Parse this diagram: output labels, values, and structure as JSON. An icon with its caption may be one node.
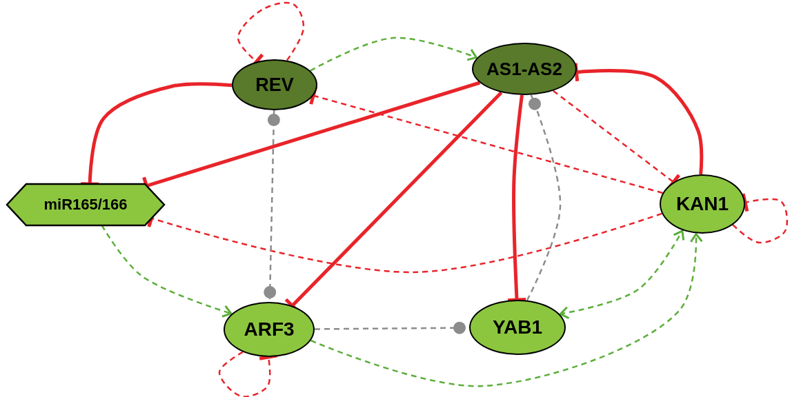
{
  "diagram": {
    "nodes": [
      {
        "text": [
          "REV"
        ]
      },
      {
        "text": [
          "AS1-AS2"
        ]
      },
      {
        "text": [
          "miR165/166"
        ]
      },
      {
        "text": [
          "KAN1"
        ]
      },
      {
        "text": [
          "ARF3"
        ]
      },
      {
        "text": [
          "YAB1"
        ]
      }
    ],
    "edges": [
      {
        "from": 0,
        "to": 0,
        "arrow": "other",
        "style": "dashed"
      },
      {
        "from": 0,
        "to": 1,
        "arrow": "to",
        "style": "dashed",
        "color": "#5bae3a"
      },
      {
        "from": 0,
        "to": 2,
        "arrow": "other",
        "style": "thick"
      },
      {
        "from": 1,
        "to": 2,
        "arrow": "other",
        "style": "thick"
      },
      {
        "from": 1,
        "to": 4,
        "arrow": "other",
        "style": "thick"
      },
      {
        "from": 1,
        "to": 5,
        "arrow": "other",
        "style": "thick"
      },
      {
        "from": 3,
        "to": 1,
        "arrow": "other",
        "style": "thick"
      },
      {
        "from": 1,
        "to": 3,
        "arrow": "other",
        "style": "dashed"
      },
      {
        "from": 3,
        "to": 0,
        "arrow": "other",
        "style": "dashed"
      },
      {
        "from": 3,
        "to": 2,
        "arrow": "other",
        "style": "dashed"
      },
      {
        "from": 3,
        "to": 3,
        "arrow": "other",
        "style": "dashed"
      },
      {
        "from": 2,
        "to": 4,
        "arrow": "to",
        "style": "dashed",
        "color": "#5bae3a"
      },
      {
        "from": 0,
        "to": 4,
        "arrow": "other",
        "style": "dashed",
        "color": "#8c8c8c"
      },
      {
        "from": 5,
        "to": 1,
        "arrow": "other",
        "style": "dashed",
        "color": "#8c8c8c"
      },
      {
        "from": 4,
        "to": 5,
        "arrow": "other",
        "style": "dashed",
        "color": "#8c8c8c"
      },
      {
        "from": 5,
        "to": 3,
        "arrow": "both",
        "style": "dashed",
        "color": "#5bae3a"
      },
      {
        "from": 4,
        "to": 3,
        "arrow": "to",
        "style": "dashed",
        "color": "#5bae3a"
      },
      {
        "from": 4,
        "to": 4,
        "arrow": "other",
        "style": "dashed"
      }
    ]
  }
}
